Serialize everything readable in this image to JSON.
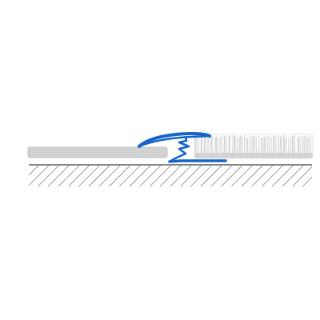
{
  "diagram": {
    "subject": "transition-profile-cross-section",
    "components": [
      "subfloor-hatched",
      "hard-floor-panel",
      "carpet-pile",
      "transition-profile"
    ]
  },
  "colors": {
    "profile": "#1565c8",
    "panel_fill": "#d2d2d2",
    "panel_stroke": "#c2c2c2",
    "carpet_fiber": "#cfcfcf",
    "carpet_base": "#d2d2d2",
    "hatch": "#3a3a3a",
    "background": "#ffffff"
  }
}
